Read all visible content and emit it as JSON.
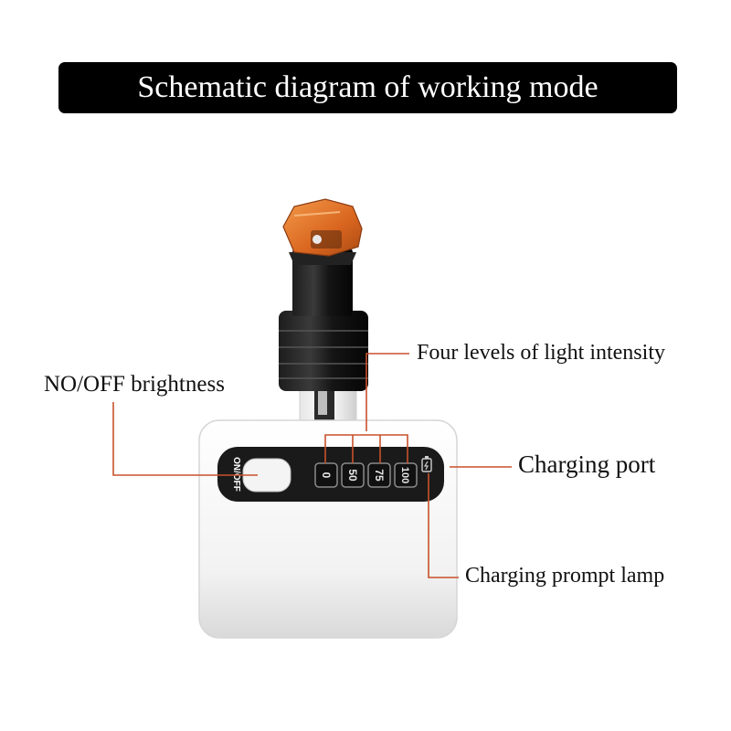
{
  "title": "Schematic diagram of working mode",
  "callouts": {
    "power": "NO/OFF brightness",
    "levels": "Four levels of light intensity",
    "port": "Charging port",
    "lamp": "Charging prompt lamp"
  },
  "panel": {
    "power_label": "ON/OFF",
    "levels": [
      "0",
      "50",
      "75",
      "100"
    ]
  },
  "colors": {
    "leader": "#c8512b",
    "lamp_cap": "#e07a2a",
    "panel_strip": "#1a1a1a",
    "housing": "#f4f4f4"
  }
}
